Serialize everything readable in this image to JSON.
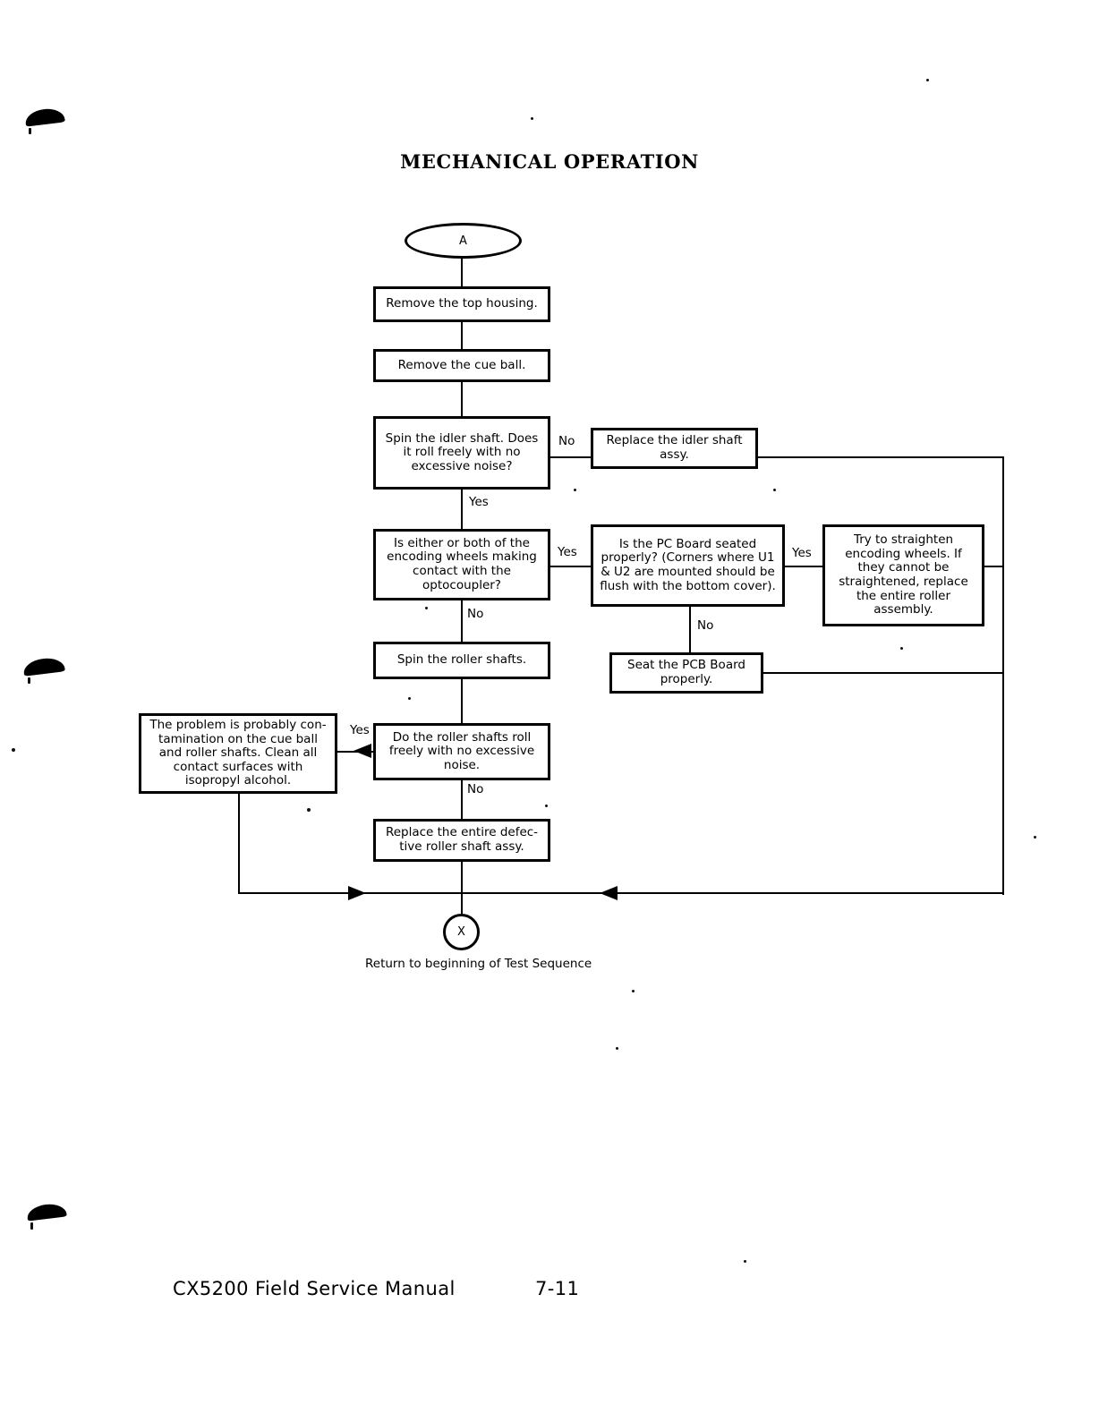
{
  "document": {
    "title": "MECHANICAL OPERATION",
    "footer_left": "CX5200 Field Service Manual",
    "footer_page": "7-11"
  },
  "flowchart": {
    "caption": "Return to beginning of Test Sequence",
    "connectors": {
      "entry": "A",
      "exit": "X"
    },
    "nodes": [
      {
        "id": "a-connector",
        "text": "A"
      },
      {
        "id": "remove-top-housing",
        "text": "Remove the top housing."
      },
      {
        "id": "remove-cue-ball",
        "text": "Remove the cue ball."
      },
      {
        "id": "spin-idler-shaft",
        "text": "Spin the idler shaft. Does it roll freely with no excessive noise?"
      },
      {
        "id": "replace-idler-shaft",
        "text": "Replace the idler shaft assy."
      },
      {
        "id": "encoding-wheels",
        "text": "Is either or both of the encoding wheels making contact with the optocoupler?"
      },
      {
        "id": "pc-board-seated",
        "text": "Is the PC Board seated properly?  (Corners where U1 & U2 are mounted should be flush with the bottom cover)."
      },
      {
        "id": "straighten-wheels",
        "text": "Try to straighten encoding wheels. If they cannot be straightened, replace the entire roller assembly."
      },
      {
        "id": "spin-roller-shafts",
        "text": "Spin the roller shafts."
      },
      {
        "id": "seat-pcb-board",
        "text": "Seat the PCB Board properly."
      },
      {
        "id": "contamination",
        "text": "The problem is probably con-tamination on the cue ball and roller shafts.  Clean all contact surfaces with isopropyl alcohol."
      },
      {
        "id": "roller-shafts-roll",
        "text": "Do the roller shafts roll freely with no excessive noise."
      },
      {
        "id": "replace-roller-shaft",
        "text": "Replace the entire defec-tive roller shaft assy."
      },
      {
        "id": "x-connector",
        "text": "X"
      }
    ],
    "edge_labels": [
      {
        "id": "idler-no",
        "text": "No"
      },
      {
        "id": "idler-yes",
        "text": "Yes"
      },
      {
        "id": "encoding-yes",
        "text": "Yes"
      },
      {
        "id": "encoding-no",
        "text": "No"
      },
      {
        "id": "pcboard-yes",
        "text": "Yes"
      },
      {
        "id": "pcboard-no",
        "text": "No"
      },
      {
        "id": "roller-yes",
        "text": "Yes"
      },
      {
        "id": "roller-no",
        "text": "No"
      }
    ]
  },
  "colors": {
    "ink": "#000000",
    "paper": "#ffffff"
  }
}
